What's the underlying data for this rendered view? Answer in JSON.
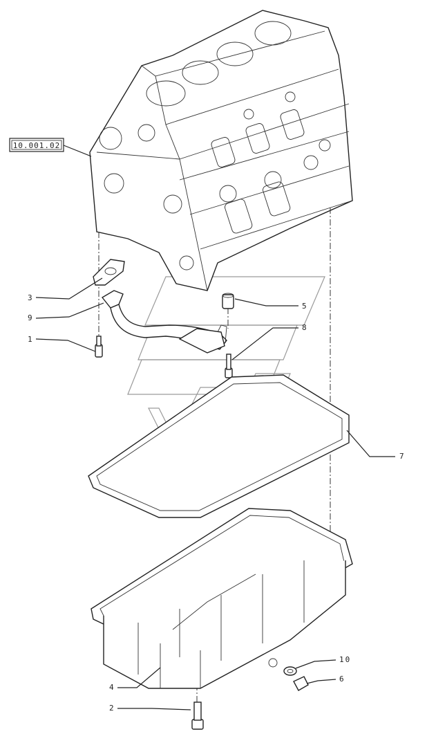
{
  "reference_label": "10.001.02",
  "callouts": [
    {
      "id": "c3",
      "label": "3"
    },
    {
      "id": "c9",
      "label": "9"
    },
    {
      "id": "c1",
      "label": "1"
    },
    {
      "id": "c5",
      "label": "5"
    },
    {
      "id": "c8",
      "label": "8"
    },
    {
      "id": "c7",
      "label": "7"
    },
    {
      "id": "c10",
      "label": "10"
    },
    {
      "id": "c6",
      "label": "6"
    },
    {
      "id": "c4",
      "label": "4"
    },
    {
      "id": "c2",
      "label": "2"
    }
  ]
}
